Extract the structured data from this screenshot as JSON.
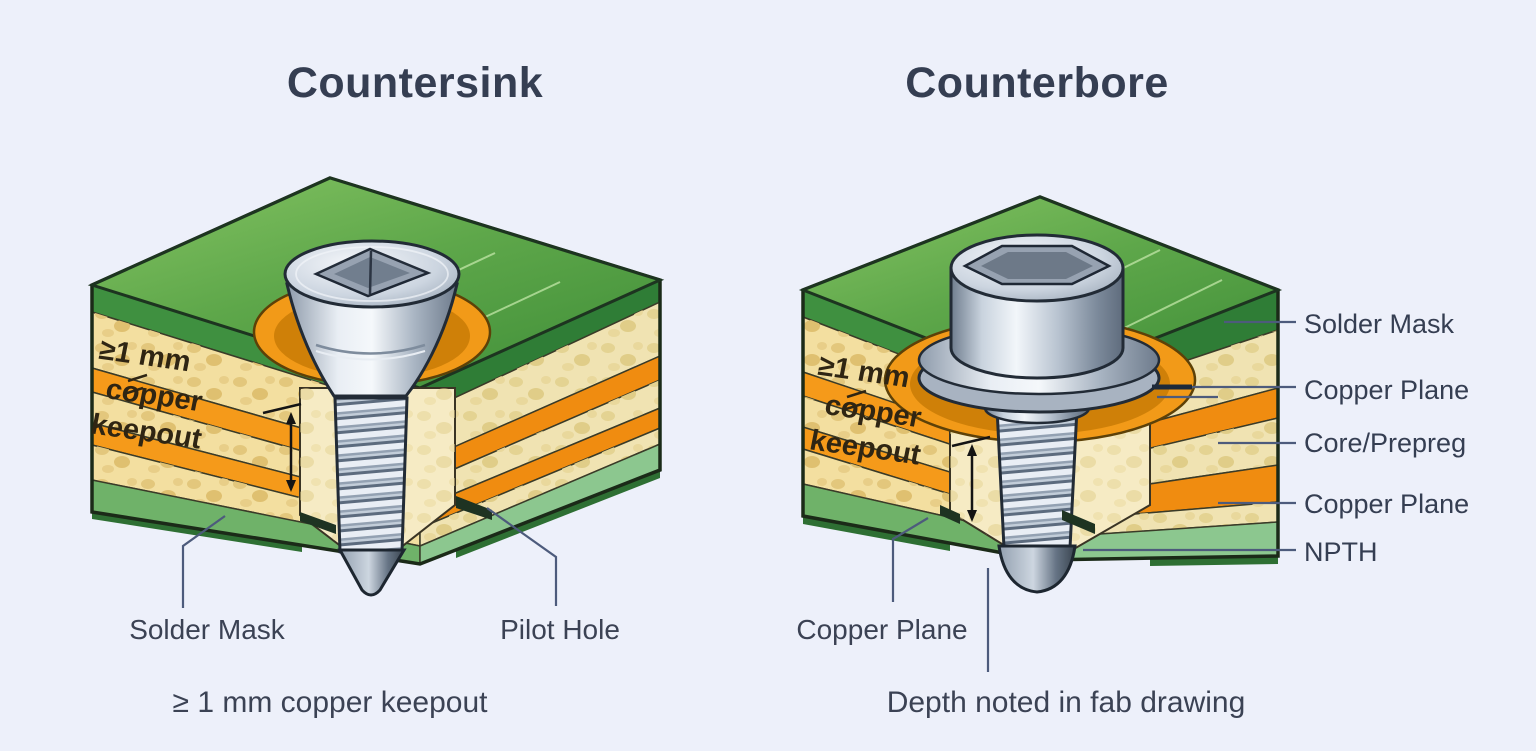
{
  "titles": {
    "countersink": "Countersink",
    "counterbore": "Counterbore"
  },
  "countersink": {
    "keepout_note": {
      "line1": "≥1 mm",
      "line2": "copper",
      "line3": "keepout"
    },
    "solder_mask_label": "Solder Mask",
    "pilot_hole_label": "Pilot Hole",
    "caption": "≥ 1 mm copper keepout"
  },
  "counterbore": {
    "keepout_note": {
      "line1": "≥1 mm",
      "line2": "copper",
      "line3": "keepout"
    },
    "copper_plane_label": "Copper Plane",
    "depth_caption": "Depth noted in fab drawing",
    "layer_labels": [
      "Solder Mask",
      "Copper Plane",
      "Core/Prepreg",
      "Copper Plane",
      "NPTH"
    ]
  },
  "colors": {
    "background": "#edf0fa",
    "solder_mask_green": "#4a9440",
    "core_tan": "#f3dfa0",
    "copper_orange": "#f59a1a",
    "npth_green": "#8cc78f",
    "metal_gray": "#c6d0db",
    "title_text": "#353e52",
    "label_text": "#3b4254",
    "leader_line": "#4d5b7c"
  }
}
